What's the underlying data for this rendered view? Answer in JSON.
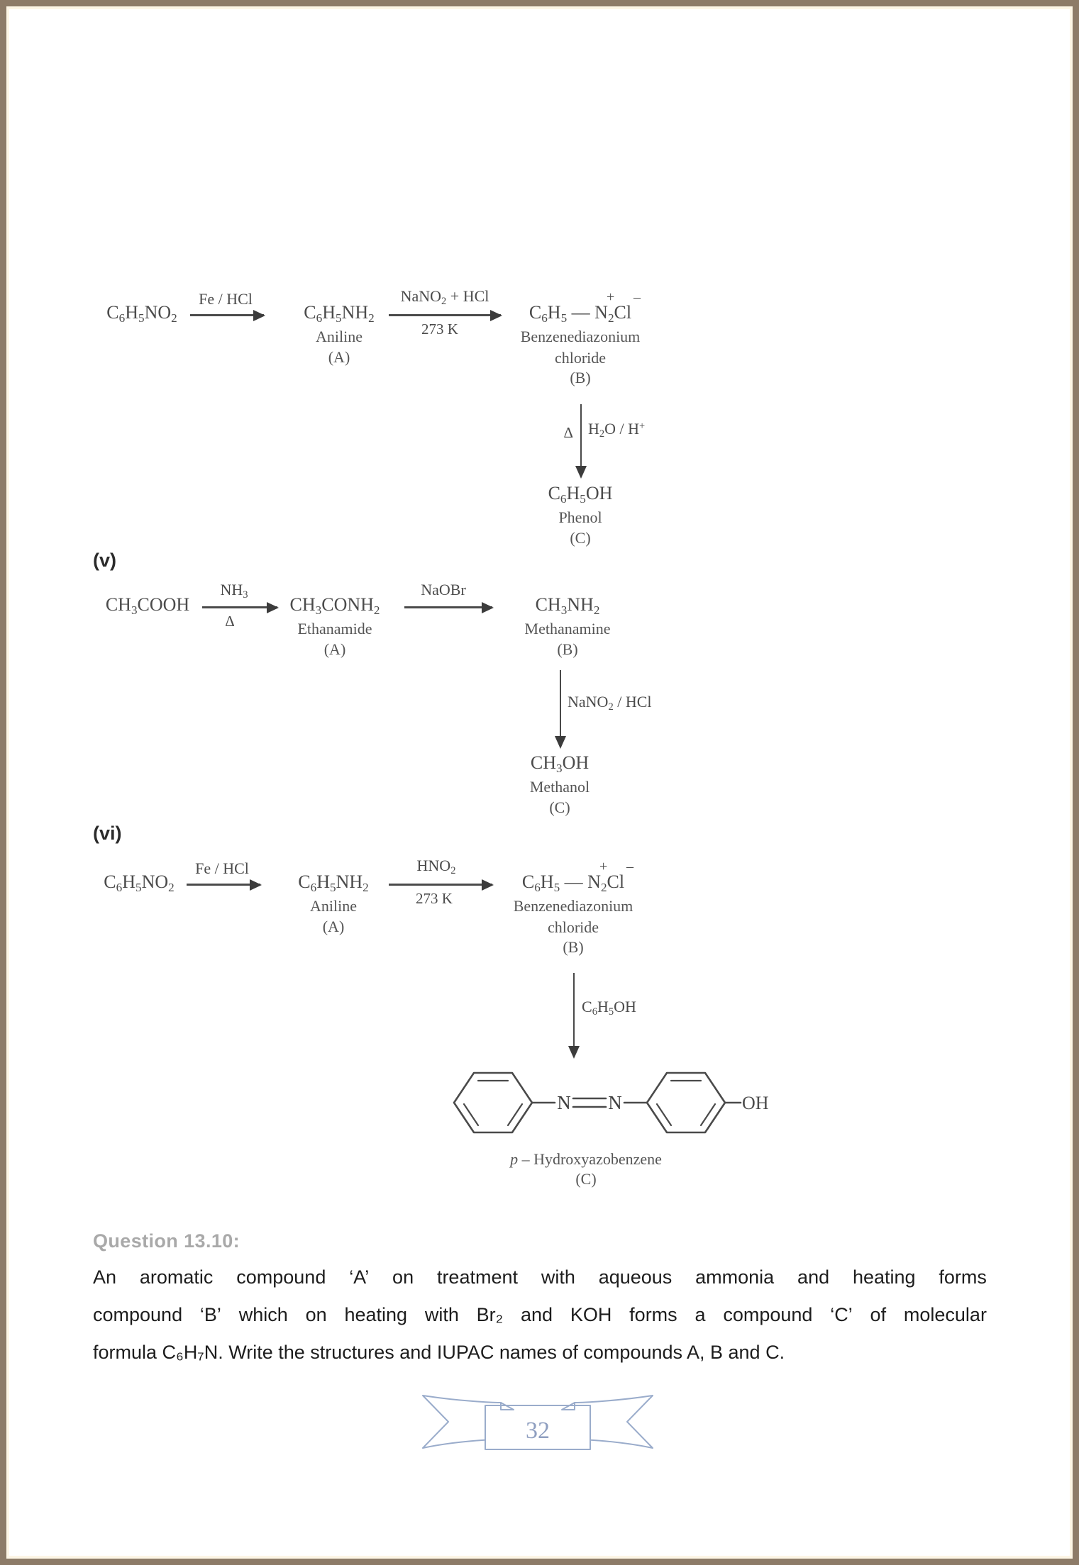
{
  "page": {
    "number": "32",
    "border_color": "#8d7b68",
    "border_inner_color": "#fdf6e6",
    "ribbon_color": "#8f9fc0"
  },
  "schemes": [
    {
      "id": "scheme-iv-continued",
      "label": "",
      "row": {
        "nodes": [
          {
            "formula": "C6H5NO2",
            "formula_html": "C<sub>6</sub>H<sub>5</sub>NO<sub>2</sub>",
            "name": "",
            "tag": ""
          },
          {
            "formula": "C6H5NH2",
            "formula_html": "C<sub>6</sub>H<sub>5</sub>NH<sub>2</sub>",
            "name": "Aniline",
            "tag": "(A)"
          },
          {
            "formula": "C6H5 — N2Cl",
            "formula_html": "C<sub>6</sub>H<sub>5</sub> &#8212; N<sub>2</sub>Cl",
            "name": "Benzenediazonium chloride",
            "name_line1": "Benzenediazonium",
            "name_line2": "chloride",
            "tag": "(B)"
          }
        ],
        "arrows": [
          {
            "above": "Fe / HCl",
            "above_html": "Fe / HCl",
            "below": ""
          },
          {
            "above": "NaNO2 + HCl",
            "above_html": "NaNO<sub>2</sub> + HCl",
            "below": "273 K"
          }
        ]
      },
      "branch": {
        "label_left": "Δ",
        "label_right": "H2O / H+",
        "label_right_html": "H<sub>2</sub>O / H<sup>+</sup>",
        "product": {
          "formula_html": "C<sub>6</sub>H<sub>5</sub>OH",
          "name": "Phenol",
          "tag": "(C)"
        }
      }
    },
    {
      "id": "scheme-v",
      "label": "(v)",
      "row": {
        "nodes": [
          {
            "formula_html": "CH<sub>3</sub>COOH",
            "name": "",
            "tag": ""
          },
          {
            "formula_html": "CH<sub>3</sub>CONH<sub>2</sub>",
            "name": "Ethanamide",
            "tag": "(A)"
          },
          {
            "formula_html": "CH<sub>3</sub>NH<sub>2</sub>",
            "name": "Methanamine",
            "tag": "(B)"
          }
        ],
        "arrows": [
          {
            "above_html": "NH<sub>3</sub>",
            "below": "Δ"
          },
          {
            "above_html": "NaOBr",
            "below": ""
          }
        ]
      },
      "branch": {
        "label_left": "",
        "label_right_html": "NaNO<sub>2</sub> / HCl",
        "product": {
          "formula_html": "CH<sub>3</sub>OH",
          "name": "Methanol",
          "tag": "(C)"
        }
      }
    },
    {
      "id": "scheme-vi",
      "label": "(vi)",
      "row": {
        "nodes": [
          {
            "formula_html": "C<sub>6</sub>H<sub>5</sub>NO<sub>2</sub>",
            "name": "",
            "tag": ""
          },
          {
            "formula_html": "C<sub>6</sub>H<sub>5</sub>NH<sub>2</sub>",
            "name": "Aniline",
            "tag": "(A)"
          },
          {
            "formula_html": "C<sub>6</sub>H<sub>5</sub> &#8212; N<sub>2</sub>Cl",
            "name_line1": "Benzenediazonium",
            "name_line2": "chloride",
            "tag": "(B)"
          }
        ],
        "arrows": [
          {
            "above_html": "Fe / HCl",
            "below": ""
          },
          {
            "above_html": "HNO<sub>2</sub>",
            "below": "273 K"
          }
        ]
      },
      "branch": {
        "label_left": "",
        "label_right_html": "C<sub>6</sub>H<sub>5</sub>OH",
        "product": {
          "name": "p – Hydroxyazobenzene",
          "name_italic_prefix": "p",
          "tag": "(C)"
        }
      },
      "structure": {
        "type": "azo-compound",
        "left_ring": "benzene",
        "linker": "N=N",
        "linker_left_atom": "N",
        "linker_right_atom": "N",
        "right_ring": "benzene",
        "substituent": "OH",
        "substituent_position": "para"
      }
    }
  ],
  "question": {
    "heading": "Question 13.10:",
    "lines": [
      [
        "An",
        "aromatic",
        "compound",
        "‘A’",
        "on",
        "treatment",
        "with",
        "aqueous",
        "ammonia",
        "and",
        "heating",
        "forms"
      ],
      [
        "compound",
        "‘B’",
        "which",
        "on",
        "heating",
        "with",
        "Br₂",
        "and",
        "KOH",
        "forms",
        "a",
        "compound",
        "‘C’",
        "of",
        "molecular"
      ]
    ],
    "last_line": "formula C₆H₇N. Write the structures and IUPAC names of compounds A, B and C.",
    "full_text": "An aromatic compound ‘A’ on treatment with aqueous ammonia and heating forms compound ‘B’ which on heating with Br2 and KOH forms a compound ‘C’ of molecular formula C6H7N. Write the structures and IUPAC names of compounds A, B and C."
  }
}
